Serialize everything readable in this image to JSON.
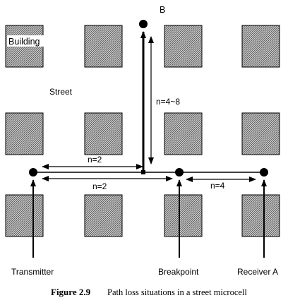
{
  "labels": {
    "building": "Building",
    "street": "Street",
    "point_b": "B",
    "n_vertical": "n=4~8",
    "n_upper": "n=2",
    "n_lower": "n=2",
    "n_right": "n=4",
    "transmitter": "Transmitter",
    "breakpoint": "Breakpoint",
    "receiver_a": "Receiver A"
  },
  "caption": {
    "number": "Figure 2.9",
    "text": "Path loss situations in a street microcell"
  },
  "colors": {
    "building_hatch": "#555555",
    "building_bg": "#c8c8c8",
    "ink": "#000000"
  }
}
